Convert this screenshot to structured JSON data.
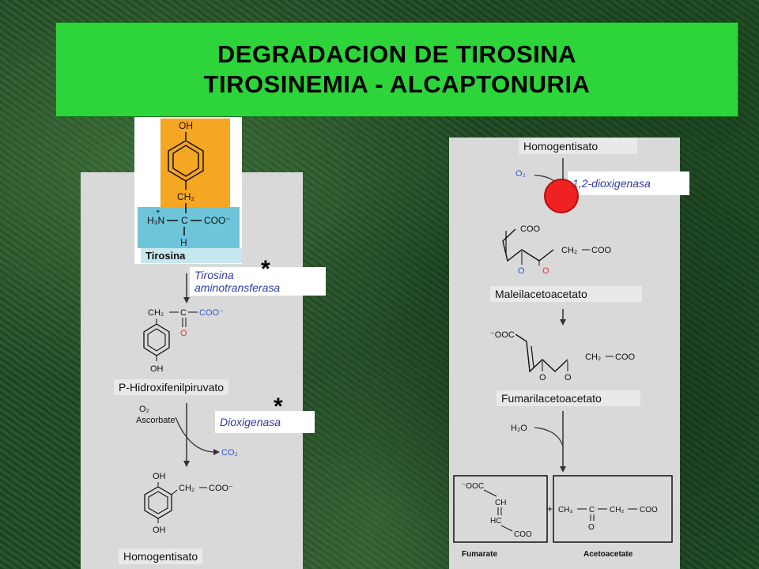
{
  "title": {
    "line1": "DEGRADACION DE TIROSINA",
    "line2": "TIROSINEMIA - ALCAPTONURIA"
  },
  "left": {
    "tirosina_label": "Tirosina",
    "enzyme1_line1": "Tirosina",
    "enzyme1_line2": "aminotransferasa",
    "star": "*",
    "intermediate1": "P-Hidroxifenilpiruvato",
    "enzyme2": "Dioxigenasa",
    "cofactor_o2": "O₂",
    "cofactor_asc": "Ascorbate",
    "co2": "CO₂",
    "product": "Homogentisato",
    "tyr_oh": "OH",
    "tyr_ch2": "CH₂",
    "tyr_h3n": "H₃N",
    "tyr_c": "C",
    "tyr_coo": "COO⁻",
    "tyr_h": "H",
    "php_ch2": "CH₂",
    "php_c": "C",
    "php_coo": "COO⁻",
    "php_o": "O",
    "php_oh": "OH",
    "hga_oh": "OH",
    "hga_ch2": "CH₂",
    "hga_coo": "COO⁻"
  },
  "right": {
    "start": "Homogentisato",
    "o2": "O₂",
    "enzyme": "1,2-dioxigenasa",
    "mal": "Maleilacetoacetato",
    "fum": "Fumarilacetoacetato",
    "h2o": "H₂O",
    "fumarate": "Fumarate",
    "acetoacetate": "Acetoacetate",
    "plus": "+",
    "t_coo": "COO",
    "t_ch2": "CH₂",
    "t_o": "O",
    "t_ooc": "⁻OOC",
    "t_ch": "CH",
    "t_hc": "HC",
    "t_ch3": "CH₃",
    "t_c": "C"
  },
  "colors": {
    "title_bg": "#2dd43a",
    "panel_bg": "#d9d9d9",
    "tyr_ring_bg": "#f5a623",
    "tyr_amino_bg": "#6ec4d8",
    "enzyme_text": "#303a9a",
    "oxygen_red": "#e0304a",
    "oxygen_blue": "#2f56c8",
    "block_marker": "#ee2222"
  }
}
